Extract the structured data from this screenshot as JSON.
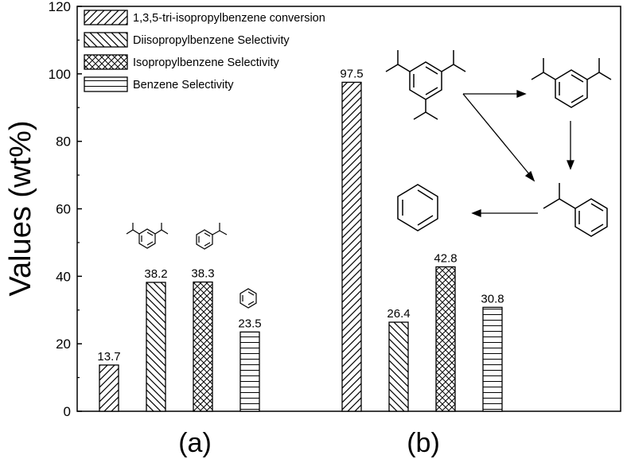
{
  "chart_data": {
    "type": "bar",
    "ylabel": "Values (wt%)",
    "ylim": [
      0,
      120
    ],
    "yticks": [
      0,
      20,
      40,
      60,
      80,
      100,
      120
    ],
    "groups": [
      "(a)",
      "(b)"
    ],
    "series": [
      {
        "name": "1,3,5-tri-isopropylbenzene conversion",
        "pattern": "diag-right",
        "values": [
          13.7,
          97.5
        ]
      },
      {
        "name": "Diisopropylbenzene Selectivity",
        "pattern": "diag-left",
        "values": [
          38.2,
          26.4
        ]
      },
      {
        "name": "Isopropylbenzene Selectivity",
        "pattern": "cross",
        "values": [
          38.3,
          42.8
        ]
      },
      {
        "name": "Benzene Selectivity",
        "pattern": "horizontal",
        "values": [
          23.5,
          30.8
        ]
      }
    ],
    "value_labels": [
      [
        "13.7",
        "97.5"
      ],
      [
        "38.2",
        "26.4"
      ],
      [
        "38.3",
        "42.8"
      ],
      [
        "23.5",
        "30.8"
      ]
    ],
    "legend_position": "top-left",
    "annotations": "molecular structure drawings of 1,3,5-tri-isopropylbenzene, diisopropylbenzene, isopropylbenzene and benzene with reaction arrows"
  }
}
